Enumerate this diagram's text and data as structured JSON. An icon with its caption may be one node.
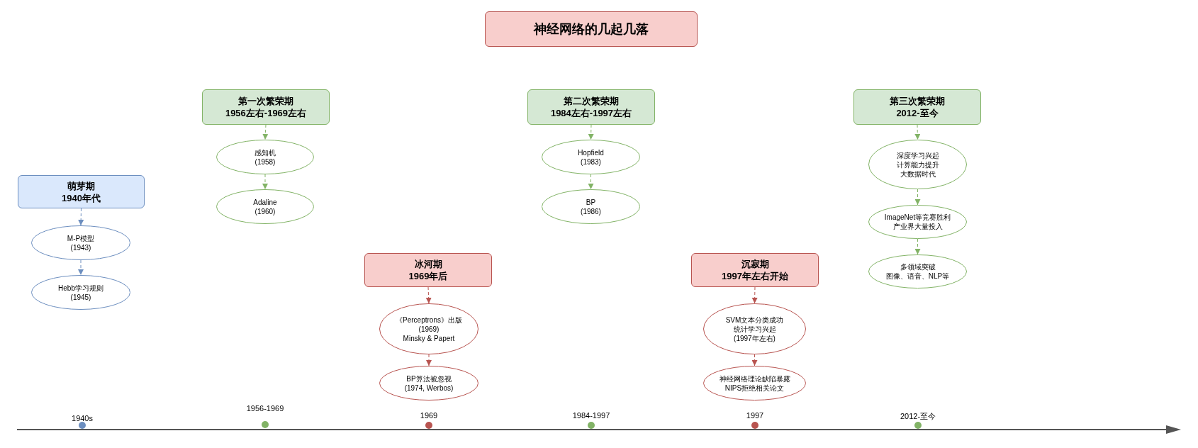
{
  "diagram": {
    "title": "神经网络的几起几落",
    "nodes": [
      {
        "text": [
          "萌芽期",
          "1940年代"
        ]
      },
      {
        "text": [
          "M-P模型",
          "(1943)"
        ]
      },
      {
        "text": [
          "Hebb学习规则",
          "(1945)"
        ]
      },
      {
        "text": [
          "第一次繁荣期",
          "1956左右-1969左右"
        ]
      },
      {
        "text": [
          "感知机",
          "(1958)"
        ]
      },
      {
        "text": [
          "Adaline",
          "(1960)"
        ]
      },
      {
        "text": [
          "冰河期",
          "1969年后"
        ]
      },
      {
        "text": [
          "《Perceptrons》出版",
          "(1969)",
          "Minsky & Papert"
        ]
      },
      {
        "text": [
          "BP算法被忽视",
          "(1974, Werbos)"
        ]
      },
      {
        "text": [
          "第二次繁荣期",
          "1984左右-1997左右"
        ]
      },
      {
        "text": [
          "Hopfield",
          "(1983)"
        ]
      },
      {
        "text": [
          "BP",
          "(1986)"
        ]
      },
      {
        "text": [
          "沉寂期",
          "1997年左右开始"
        ]
      },
      {
        "text": [
          "SVM文本分类成功",
          "统计学习兴起",
          "(1997年左右)"
        ]
      },
      {
        "text": [
          "神经网络理论缺陷暴露",
          "NIPS拒绝相关论文"
        ]
      },
      {
        "text": [
          "第三次繁荣期",
          "2012-至今"
        ]
      },
      {
        "text": [
          "深度学习兴起",
          "计算能力提升",
          "大数据时代"
        ]
      },
      {
        "text": [
          "ImageNet等竞赛胜利",
          "产业界大量投入"
        ]
      },
      {
        "text": [
          "多领域突破",
          "图像、语音、NLP等"
        ]
      }
    ],
    "edges": [
      {
        "from": 0,
        "to": 1,
        "arrow": "to",
        "style": "dashed",
        "color": "#6c8ebf"
      },
      {
        "from": 1,
        "to": 2,
        "arrow": "to",
        "style": "dashed",
        "color": "#6c8ebf"
      },
      {
        "from": 3,
        "to": 4,
        "arrow": "to",
        "style": "dashed",
        "color": "#82b366"
      },
      {
        "from": 4,
        "to": 5,
        "arrow": "to",
        "style": "dashed",
        "color": "#82b366"
      },
      {
        "from": 6,
        "to": 7,
        "arrow": "to",
        "style": "dashed",
        "color": "#b85450"
      },
      {
        "from": 7,
        "to": 8,
        "arrow": "to",
        "style": "dashed",
        "color": "#b85450"
      },
      {
        "from": 9,
        "to": 10,
        "arrow": "to",
        "style": "dashed",
        "color": "#82b366"
      },
      {
        "from": 10,
        "to": 11,
        "arrow": "to",
        "style": "dashed",
        "color": "#82b366"
      },
      {
        "from": 12,
        "to": 13,
        "arrow": "to",
        "style": "dashed",
        "color": "#b85450"
      },
      {
        "from": 13,
        "to": 14,
        "arrow": "to",
        "style": "dashed",
        "color": "#b85450"
      },
      {
        "from": 15,
        "to": 16,
        "arrow": "to",
        "style": "dashed",
        "color": "#82b366"
      },
      {
        "from": 16,
        "to": 17,
        "arrow": "to",
        "style": "dashed",
        "color": "#82b366"
      },
      {
        "from": 17,
        "to": 18,
        "arrow": "to",
        "style": "dashed",
        "color": "#82b366"
      }
    ],
    "labels": [
      "1940s",
      "1956-1969",
      "1969",
      "1984-1997",
      "1997",
      "2012-至今"
    ]
  }
}
